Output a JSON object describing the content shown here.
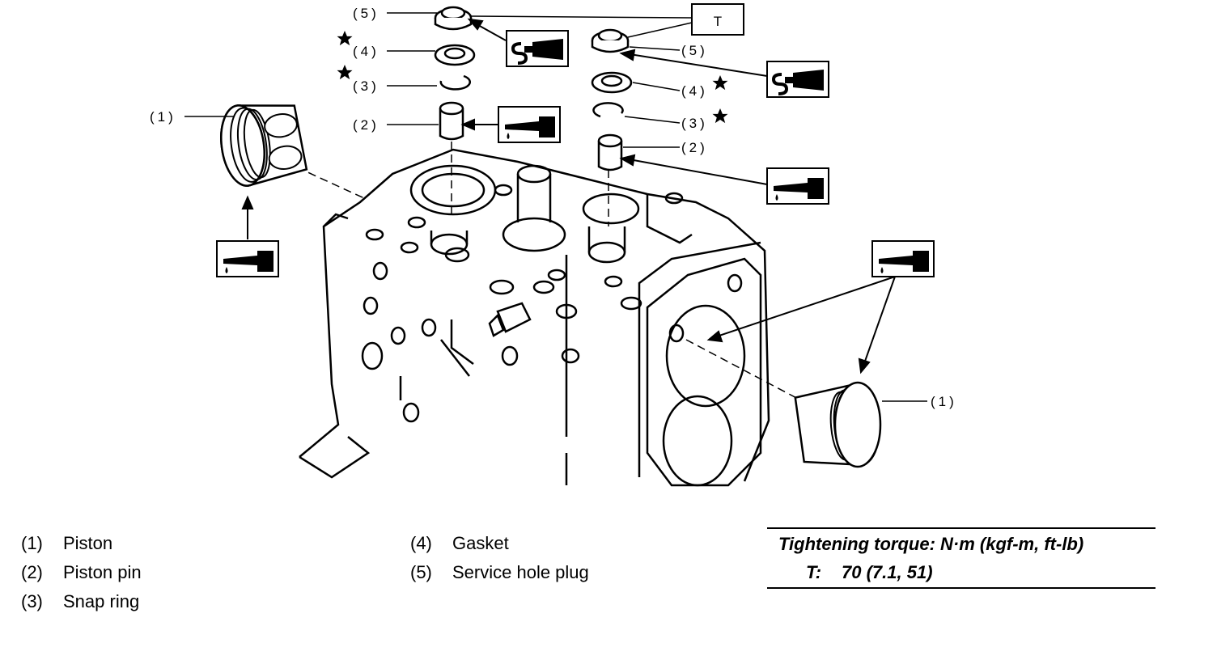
{
  "callouts": {
    "piston": "(1)",
    "piston_pin": "(2)",
    "snap_ring": "(3)",
    "gasket": "(4)",
    "service_hole_plug": "(5)",
    "torque_tag": "T"
  },
  "legend": [
    {
      "num": "(1)",
      "label": "Piston"
    },
    {
      "num": "(2)",
      "label": "Piston pin"
    },
    {
      "num": "(3)",
      "label": "Snap ring"
    },
    {
      "num": "(4)",
      "label": "Gasket"
    },
    {
      "num": "(5)",
      "label": "Service hole plug"
    }
  ],
  "torque": {
    "title": "Tightening torque: N·m (kgf-m, ft-lb)",
    "label": "T:",
    "value": "70 (7.1, 51)"
  },
  "icons": [
    "sealant-icon",
    "oil-can-icon",
    "star-icon"
  ]
}
